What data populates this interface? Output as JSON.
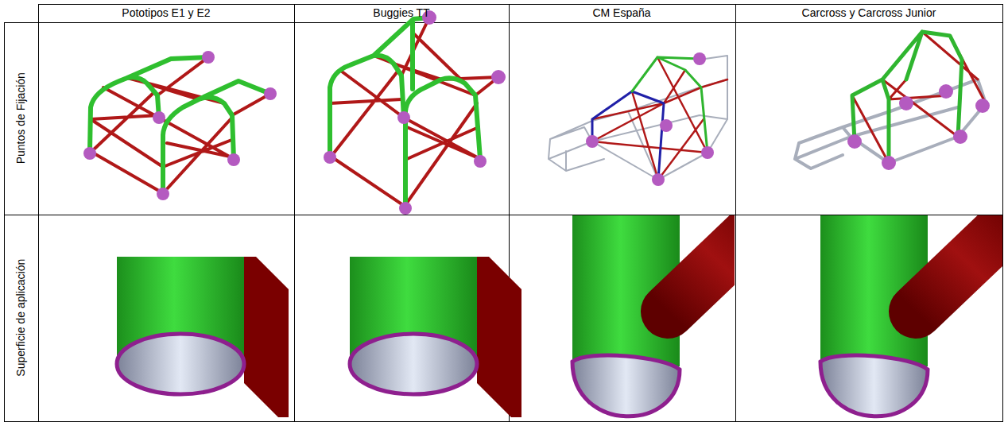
{
  "diagram": {
    "labels": [
      "Pototipos E1 y E2",
      "Buggies TT",
      "CM España",
      "Carcross y Carcross Junior",
      "Puntos de Fijación",
      "Superficie de aplicación"
    ]
  }
}
